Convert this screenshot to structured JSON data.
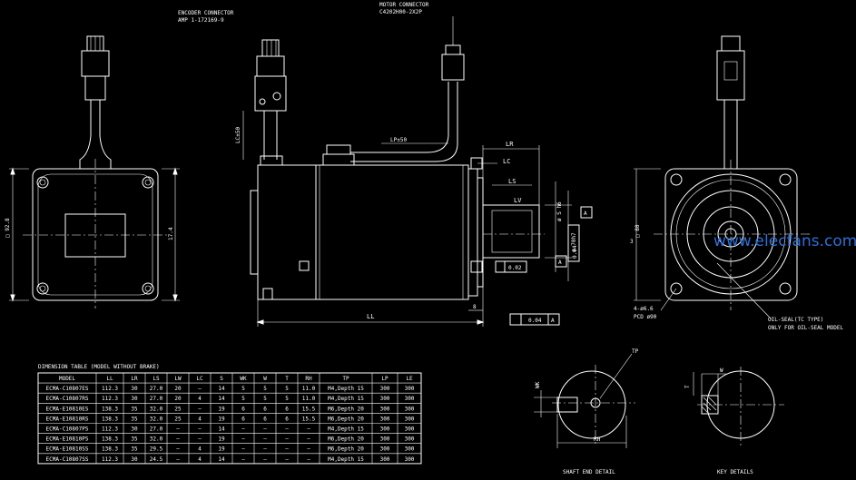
{
  "labels": {
    "encoder_connector": "ENCODER CONNECTOR",
    "encoder_part": "AMP 1-172169-9",
    "motor_connector": "MOTOR CONNECTOR",
    "motor_part": "C4202H00-2X2P",
    "lc150": "LC±50",
    "lp150": "LP±50",
    "lr": "LR",
    "lc": "LC",
    "ls": "LS",
    "lv": "LV",
    "ll": "LL",
    "shaft_dia": "ø S h6",
    "pilot_dia": "ø 70h7",
    "runout": "0.04",
    "perp": "0.02",
    "conc": "0.04",
    "datum_a": "A",
    "dim8": "8",
    "dim928": "□ 92.8",
    "dim80": "□ 80",
    "dim3": "3",
    "dim174": "17.4",
    "holes": "4-ø6.6",
    "pcd": "PCD ø90",
    "oil_seal": "OIL-SEAL(TC TYPE)",
    "oil_seal_note": "ONLY FOR OIL-SEAL MODEL",
    "tp": "TP",
    "rh": "RH",
    "wk": "WK",
    "w": "W",
    "t": "T",
    "shaft_end": "SHAFT END DETAIL",
    "key_details": "KEY DETAILS"
  },
  "watermark": "www.elecfans.com",
  "table": {
    "title": "DIMENSION TABLE (MODEL WITHOUT BRAKE)",
    "headers": [
      "MODEL",
      "LL",
      "LR",
      "LS",
      "LW",
      "LC",
      "S",
      "WK",
      "W",
      "T",
      "RH",
      "TP",
      "LP",
      "LE"
    ],
    "rows": [
      [
        "ECMA-C10807ES",
        "112.3",
        "30",
        "27.0",
        "20",
        "—",
        "14",
        "5",
        "5",
        "5",
        "11.0",
        "M4,Depth 15",
        "300",
        "300"
      ],
      [
        "ECMA-C10807RS",
        "112.3",
        "30",
        "27.0",
        "20",
        "4",
        "14",
        "5",
        "5",
        "5",
        "11.0",
        "M4,Depth 15",
        "300",
        "300"
      ],
      [
        "ECMA-E10810ES",
        "138.3",
        "35",
        "32.0",
        "25",
        "—",
        "19",
        "6",
        "6",
        "6",
        "15.5",
        "M6,Depth 20",
        "300",
        "300"
      ],
      [
        "ECMA-E10810RS",
        "138.3",
        "35",
        "32.0",
        "25",
        "4",
        "19",
        "6",
        "6",
        "6",
        "15.5",
        "M6,Depth 20",
        "300",
        "300"
      ],
      [
        "ECMA-C10807PS",
        "112.3",
        "30",
        "27.0",
        "—",
        "—",
        "14",
        "—",
        "—",
        "—",
        "—",
        "M4,Depth 15",
        "300",
        "300"
      ],
      [
        "ECMA-E10810PS",
        "138.3",
        "35",
        "32.0",
        "—",
        "—",
        "19",
        "—",
        "—",
        "—",
        "—",
        "M6,Depth 20",
        "300",
        "300"
      ],
      [
        "ECMA-E10810SS",
        "138.3",
        "35",
        "29.5",
        "—",
        "4",
        "19",
        "—",
        "—",
        "—",
        "—",
        "M6,Depth 20",
        "300",
        "300"
      ],
      [
        "ECMA-C10807SS",
        "112.3",
        "30",
        "24.5",
        "—",
        "4",
        "14",
        "—",
        "—",
        "—",
        "—",
        "M4,Depth 15",
        "300",
        "300"
      ]
    ]
  }
}
